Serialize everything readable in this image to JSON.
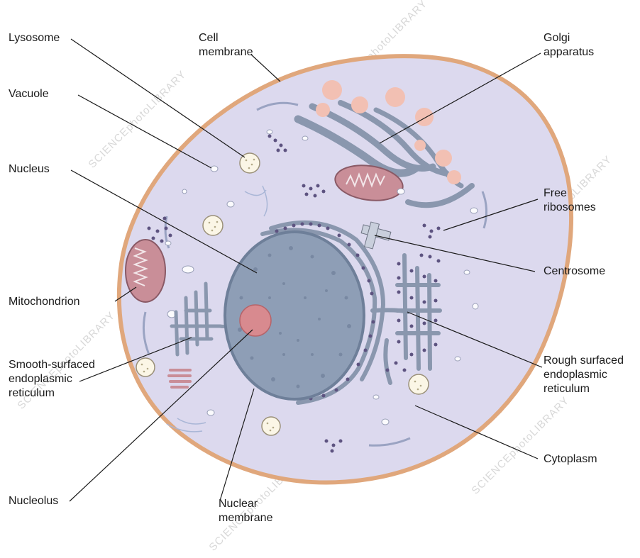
{
  "labels": {
    "lysosome": [
      "Lysosome"
    ],
    "cell_membrane": [
      "Cell",
      "membrane"
    ],
    "golgi": [
      "Golgi",
      "apparatus"
    ],
    "vacuole": [
      "Vacuole"
    ],
    "nucleus": [
      "Nucleus"
    ],
    "free_ribosomes": [
      "Free",
      "ribosomes"
    ],
    "centrosome": [
      "Centrosome"
    ],
    "mitochondrion": [
      "Mitochondrion"
    ],
    "smooth_er": [
      "Smooth-surfaced",
      "endoplasmic",
      "reticulum"
    ],
    "rough_er": [
      "Rough surfaced",
      "endoplasmic",
      "reticulum"
    ],
    "cytoplasm": [
      "Cytoplasm"
    ],
    "nucleolus": [
      "Nucleolus"
    ],
    "nuclear_membrane": [
      "Nuclear",
      "membrane"
    ]
  },
  "watermark": "SCIENCEphotoLIBRARY",
  "colors": {
    "membrane": "#e0a77c",
    "cytoplasm": "#dcd9ee",
    "nucleus": "#8e9eb6",
    "nucleus_edge": "#6e7f99",
    "nucleolus": "#d88a8f",
    "er": "#8a97ae",
    "ribosome": "#5d5380",
    "mitochondrion": "#c98e98",
    "golgi_vesicle": "#f2c0b3",
    "lysosome": "#fbf6e6",
    "leader_line": "#1a1a1a"
  }
}
